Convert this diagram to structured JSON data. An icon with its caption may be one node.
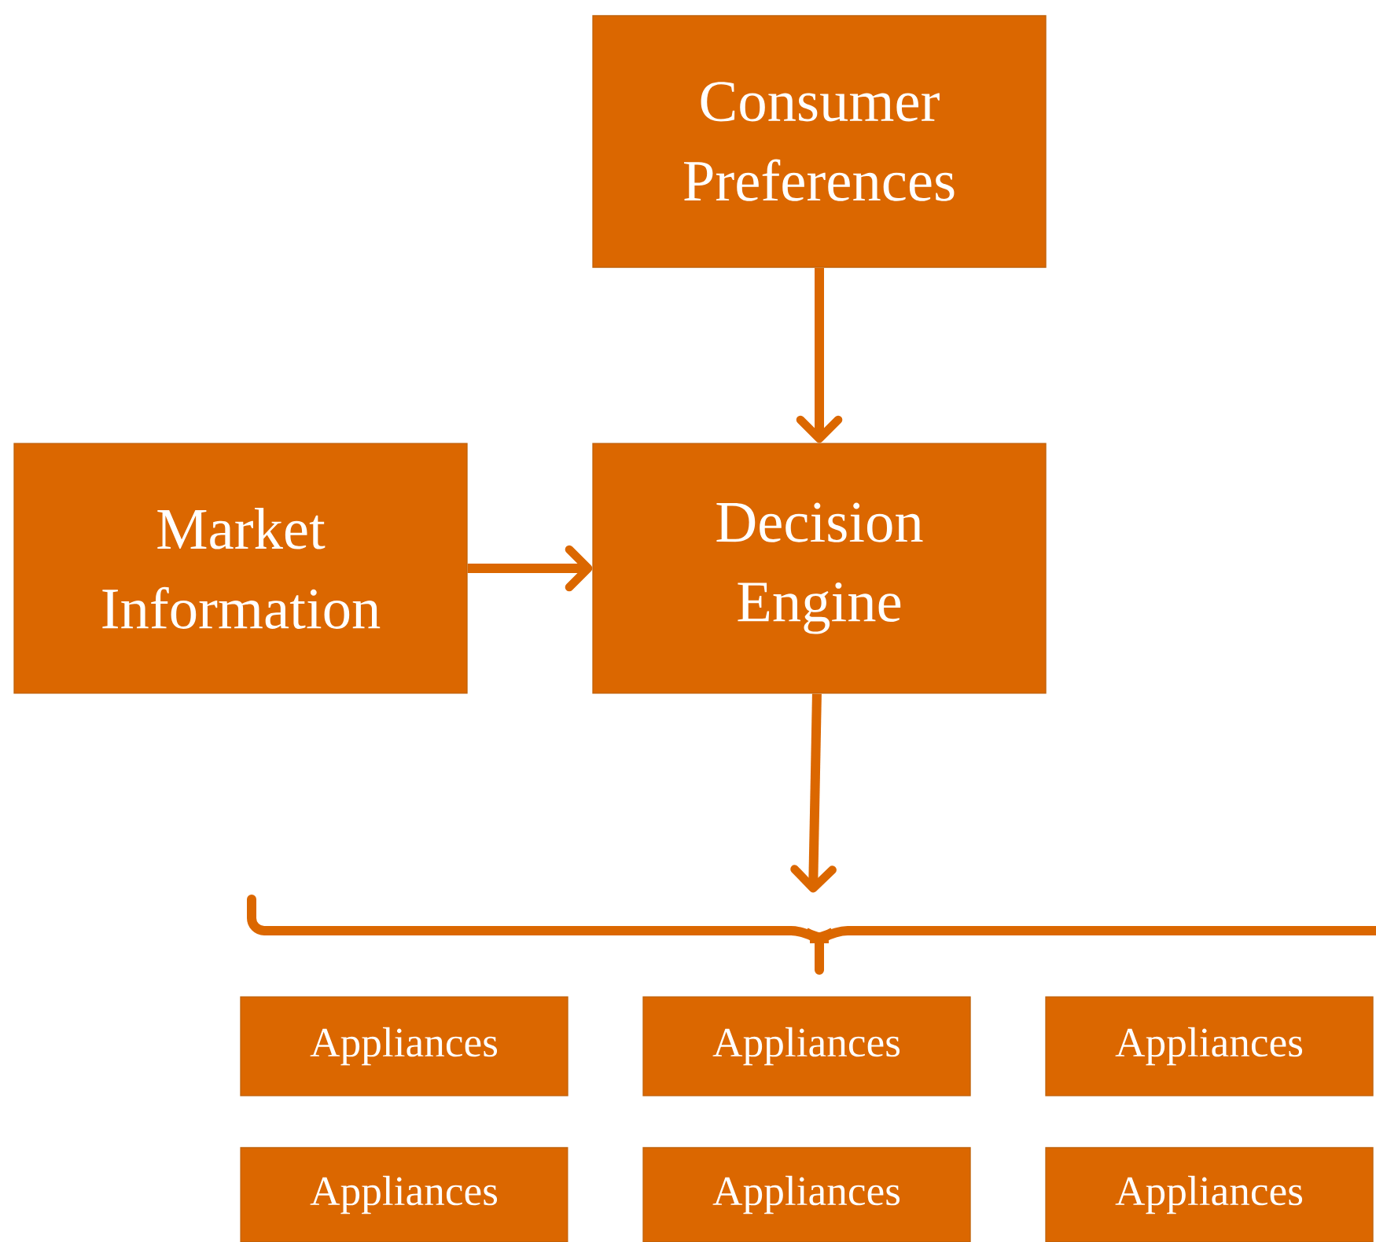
{
  "diagram": {
    "nodes": [
      {
        "text": [
          "Consumer Preferences"
        ]
      },
      {
        "text": [
          "Market Information"
        ]
      },
      {
        "text": [
          "Decision Engine"
        ]
      },
      {
        "text": [],
        "shape": "bracket"
      },
      {
        "text": [
          "Appliances"
        ]
      },
      {
        "text": [
          "Appliances"
        ]
      },
      {
        "text": [
          "Appliances"
        ]
      },
      {
        "text": [
          "Appliances"
        ]
      },
      {
        "text": [
          "Appliances"
        ]
      },
      {
        "text": [
          "Appliances"
        ]
      }
    ],
    "edges": [
      {
        "from": 0,
        "to": 2,
        "arrow": "to"
      },
      {
        "from": 1,
        "to": 2,
        "arrow": "to"
      },
      {
        "from": 2,
        "to": 3,
        "arrow": "to"
      }
    ]
  }
}
